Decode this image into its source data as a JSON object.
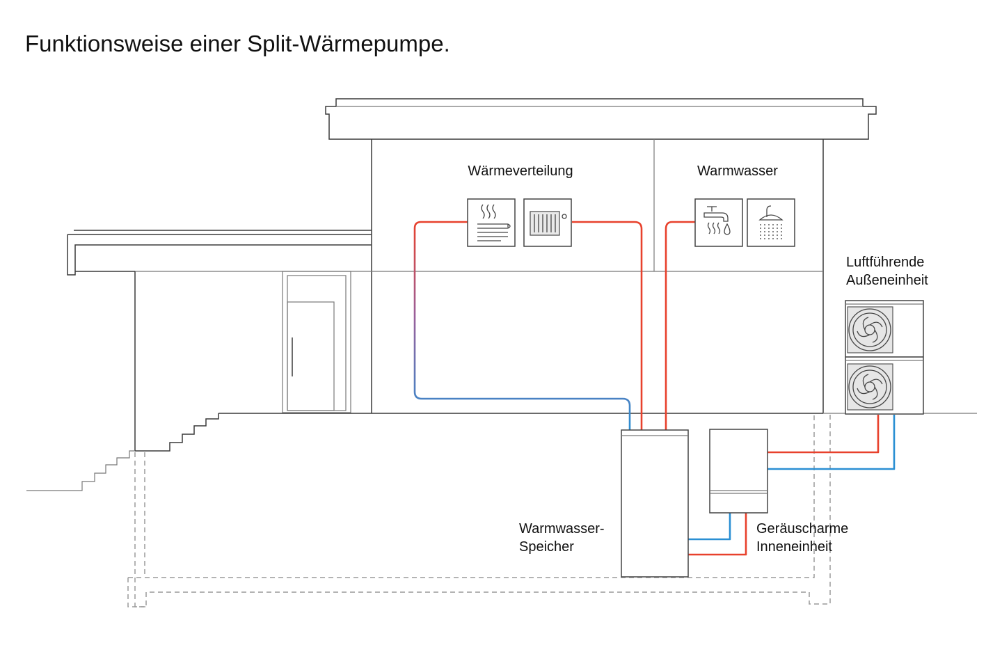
{
  "title": "Funktionsweise einer Split-Wärmepumpe.",
  "labels": {
    "heat_distribution": "Wärmeverteilung",
    "hot_water": "Warmwasser",
    "outdoor_unit_line1": "Luftführende",
    "outdoor_unit_line2": "Außeneinheit",
    "storage_line1": "Warmwasser-",
    "storage_line2": "Speicher",
    "indoor_unit_line1": "Geräuscharme",
    "indoor_unit_line2": "Inneneinheit"
  },
  "icons": {
    "floor_heating": "floor-heating-icon",
    "radiator": "radiator-icon",
    "faucet": "faucet-icon",
    "shower": "shower-icon",
    "fan": "fan-icon"
  },
  "colors": {
    "supply_hot": "#e8412c",
    "return_cold": "#2a8fd3",
    "outline": "#3a3a3a"
  }
}
